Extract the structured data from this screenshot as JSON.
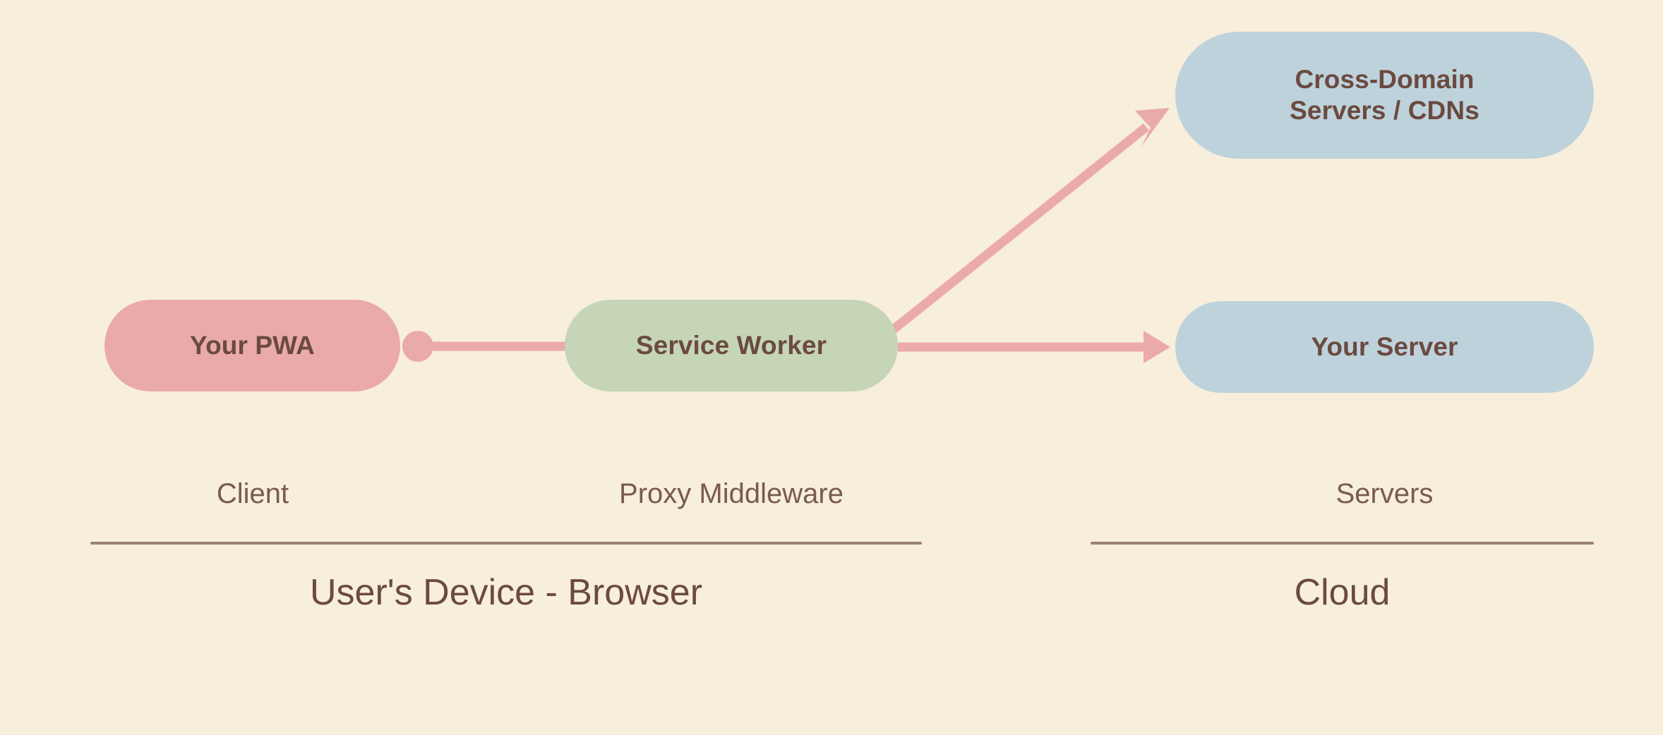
{
  "canvas": {
    "background_color": "#f8eedc",
    "text_color": "#6b4a3f",
    "muted_text_color": "#7a5a50",
    "rule_color": "#9b8177"
  },
  "nodes": {
    "pwa": {
      "label": "Your PWA",
      "fill": "#eaaaaa"
    },
    "service_worker": {
      "label": "Service Worker",
      "fill": "#c5d5b6"
    },
    "cross_domain": {
      "label": "Cross-Domain\nServers / CDNs",
      "line1": "Cross-Domain",
      "line2": "Servers / CDNs",
      "fill": "#bed2dc"
    },
    "your_server": {
      "label": "Your Server",
      "fill": "#bed2dc"
    }
  },
  "edges": {
    "color": "#eaaaaa",
    "items": [
      {
        "name": "pwa-to-service-worker",
        "from": "pwa",
        "to": "service_worker",
        "end_style": "dot-start"
      },
      {
        "name": "service-worker-to-cross-domain",
        "from": "service_worker",
        "to": "cross_domain",
        "end_style": "arrow"
      },
      {
        "name": "service-worker-to-your-server",
        "from": "service_worker",
        "to": "your_server",
        "end_style": "arrow"
      }
    ]
  },
  "zones": {
    "captions": [
      {
        "name": "client",
        "label": "Client"
      },
      {
        "name": "proxy-middleware",
        "label": "Proxy Middleware"
      },
      {
        "name": "servers",
        "label": "Servers"
      }
    ],
    "titles": [
      {
        "name": "users-device-browser",
        "label": "User's Device - Browser"
      },
      {
        "name": "cloud",
        "label": "Cloud"
      }
    ]
  }
}
